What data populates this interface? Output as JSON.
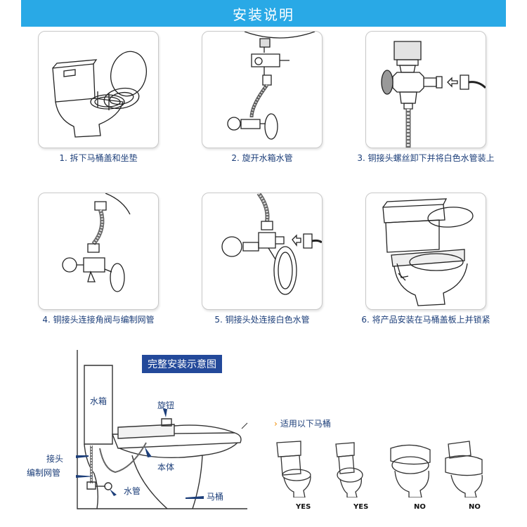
{
  "header": {
    "title": "安装说明"
  },
  "steps": [
    {
      "caption": "1. 拆下马桶盖和坐垫"
    },
    {
      "caption": "2. 旋开水箱水管"
    },
    {
      "caption": "3. 铜接头螺丝卸下并将白色水管装上"
    },
    {
      "caption": "4. 铜接头连接角阀与编制网管"
    },
    {
      "caption": "5. 铜接头处连接白色水管"
    },
    {
      "caption": "6. 将产品安装在马桶盖板上并锁紧"
    }
  ],
  "diagram": {
    "title": "完整安装示意图",
    "labels": {
      "tank": "水箱",
      "knob": "旋钮",
      "connector": "接头",
      "braided_hose": "编制网管",
      "body": "本体",
      "water_pipe": "水管",
      "toilet": "马桶"
    }
  },
  "suitability": {
    "heading": "适用以下马桶",
    "verdicts": [
      "YES",
      "YES",
      "NO",
      "NO"
    ]
  }
}
